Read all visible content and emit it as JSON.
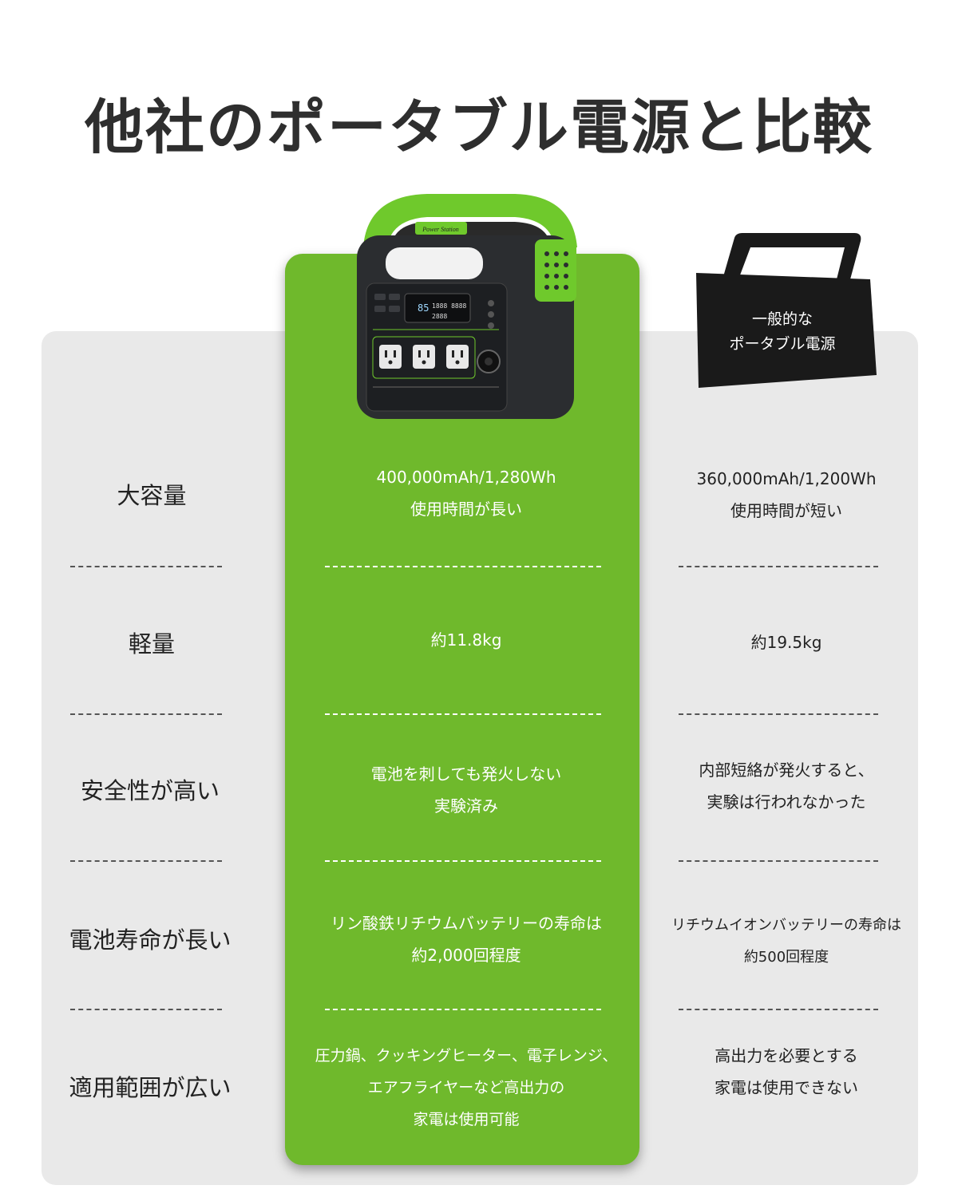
{
  "title": "他社のポータブル電源と比較",
  "product_logo": "Power Station",
  "comparison_header": {
    "line1": "一般的な",
    "line2": "ポータブル電源"
  },
  "rows": [
    {
      "label": "大容量",
      "ours": [
        "400,000mAh/1,280Wh",
        "使用時間が長い"
      ],
      "others": [
        "360,000mAh/1,200Wh",
        "使用時間が短い"
      ]
    },
    {
      "label": "軽量",
      "ours": [
        "約11.8kg"
      ],
      "others": [
        "約19.5kg"
      ]
    },
    {
      "label": "安全性が高い",
      "ours": [
        "電池を刺しても発火しない",
        "実験済み"
      ],
      "others": [
        "内部短絡が発火すると、",
        "実験は行われなかった"
      ]
    },
    {
      "label": "電池寿命が長い",
      "ours": [
        "リン酸鉄リチウムバッテリーの寿命は",
        "約2,000回程度"
      ],
      "others": [
        "リチウムイオンバッテリーの寿命は",
        "約500回程度"
      ]
    },
    {
      "label": "適用範囲が広い",
      "ours": [
        "圧力鍋、クッキングヒーター、電子レンジ、",
        "エアフライヤーなど高出力の",
        "家電は使用可能"
      ],
      "others": [
        "高出力を必要とする",
        "家電は使用できない"
      ]
    }
  ],
  "colors": {
    "accent_green": "#6fb92c",
    "panel_gray": "#e9e9e9",
    "title_text": "#2e2e2e"
  },
  "icons": {
    "product": "power-station-image",
    "generic": "generic-power-bag-icon"
  }
}
